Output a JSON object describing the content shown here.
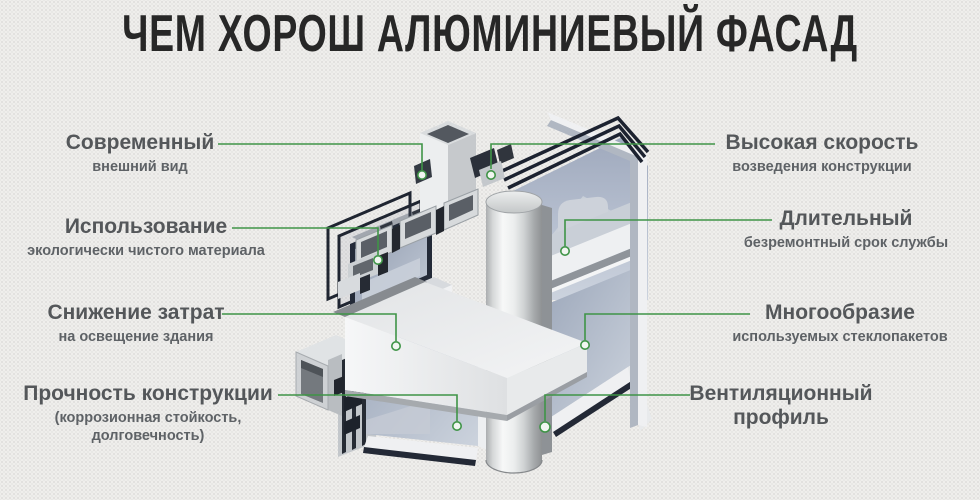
{
  "title": "ЧЕМ ХОРОШ АЛЮМИНИЕВЫЙ ФАСАД",
  "colors": {
    "accent_green": "#3f9447",
    "title_text": "#272727",
    "label_text": "#54575a"
  },
  "illustration": {
    "name": "aluminium-facade-cutaway",
    "subject": "3D cross-section of aluminium facade profile with glazing, mullion and transom"
  },
  "features_left": [
    {
      "title": "Современный",
      "subtitle": "внешний вид"
    },
    {
      "title": "Использование",
      "subtitle": "экологически чистого материала"
    },
    {
      "title": "Снижение затрат",
      "subtitle": "на освещение здания"
    },
    {
      "title": "Прочность конструкции",
      "subtitle": "(коррозионная стойкость, долговечность)"
    }
  ],
  "features_right": [
    {
      "title": "Высокая скорость",
      "subtitle": "возведения конструкции"
    },
    {
      "title": "Длительный",
      "subtitle": "безремонтный срок службы"
    },
    {
      "title": "Многообразие",
      "subtitle": "используемых стеклопакетов"
    },
    {
      "title": "Вентиляционный профиль",
      "subtitle": ""
    }
  ]
}
